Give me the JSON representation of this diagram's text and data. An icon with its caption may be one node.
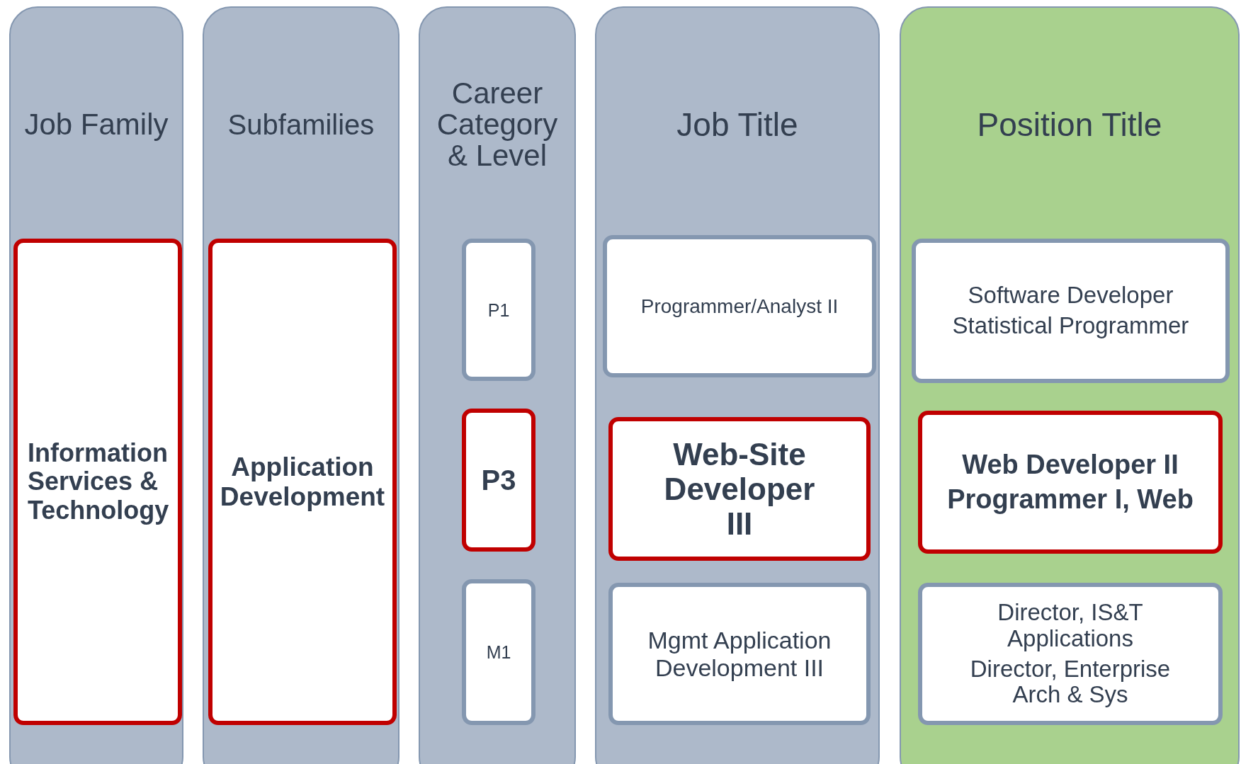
{
  "diagram": {
    "nodes": [
      {
        "text": [
          "Job Family"
        ]
      },
      {
        "text": [
          "Information Services & Technology"
        ],
        "in": 0
      },
      {
        "text": [
          "Subfamilies"
        ]
      },
      {
        "text": [
          "Application Development"
        ],
        "in": 2
      },
      {
        "text": [
          "Career Category & Level"
        ]
      },
      {
        "text": [
          "P1"
        ],
        "in": 4
      },
      {
        "text": [
          "P3"
        ],
        "in": 4
      },
      {
        "text": [
          "M1"
        ],
        "in": 4
      },
      {
        "text": [
          "Job Title"
        ]
      },
      {
        "text": [
          "Programmer/Analyst II"
        ],
        "in": 8
      },
      {
        "text": [
          "Web-Site Developer III"
        ],
        "in": 8
      },
      {
        "text": [
          "Mgmt Application Development III"
        ],
        "in": 8
      },
      {
        "text": [
          "Position Title"
        ]
      },
      {
        "text": [
          "Software Developer",
          "Statistical Programmer"
        ],
        "in": 12
      },
      {
        "text": [
          "Web Developer II",
          "Programmer I, Web"
        ],
        "in": 12
      },
      {
        "text": [
          "Director, IS&T Applications",
          "Director, Enterprise Arch & Sys"
        ],
        "in": 12
      }
    ]
  }
}
